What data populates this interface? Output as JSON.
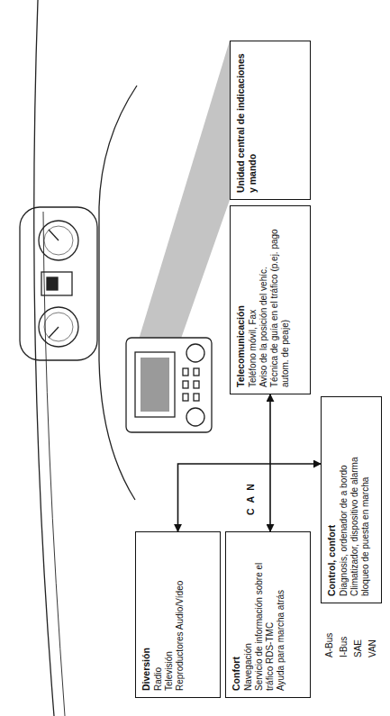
{
  "diagram": {
    "nodes": [
      {
        "text": [
          "Diversión",
          "Radio",
          "Televisión",
          "Reproductores Audio/Vídeo"
        ]
      },
      {
        "text": [
          "Confort",
          "Navegación",
          "Servicio de información sobre el tráfico RDS-TMC",
          "Ayuda para marcha atrás"
        ]
      },
      {
        "text": [
          "Telecomunicación",
          "Teléfono móvil, Fax",
          "Aviso de la posición del vehíc.",
          "Técnica de guía en el tráfico (p.ej. pago autom. de peaje)"
        ]
      },
      {
        "text": [
          "Unidad central de indicaciones y mando"
        ]
      },
      {
        "text": [
          "Control, confort",
          "Diagnosis, ordenador de a bordo",
          "Climatizador, dispositivo de alarma",
          "bloqueo de puesta en marcha"
        ]
      }
    ],
    "edges": [
      {
        "from": 2,
        "to": 1,
        "arrow": "both"
      },
      {
        "from": 0,
        "to": 4,
        "arrow": "both"
      }
    ],
    "labels": [
      "CAN",
      "A-Bus",
      "I-Bus",
      "SAE",
      "VAN"
    ]
  }
}
